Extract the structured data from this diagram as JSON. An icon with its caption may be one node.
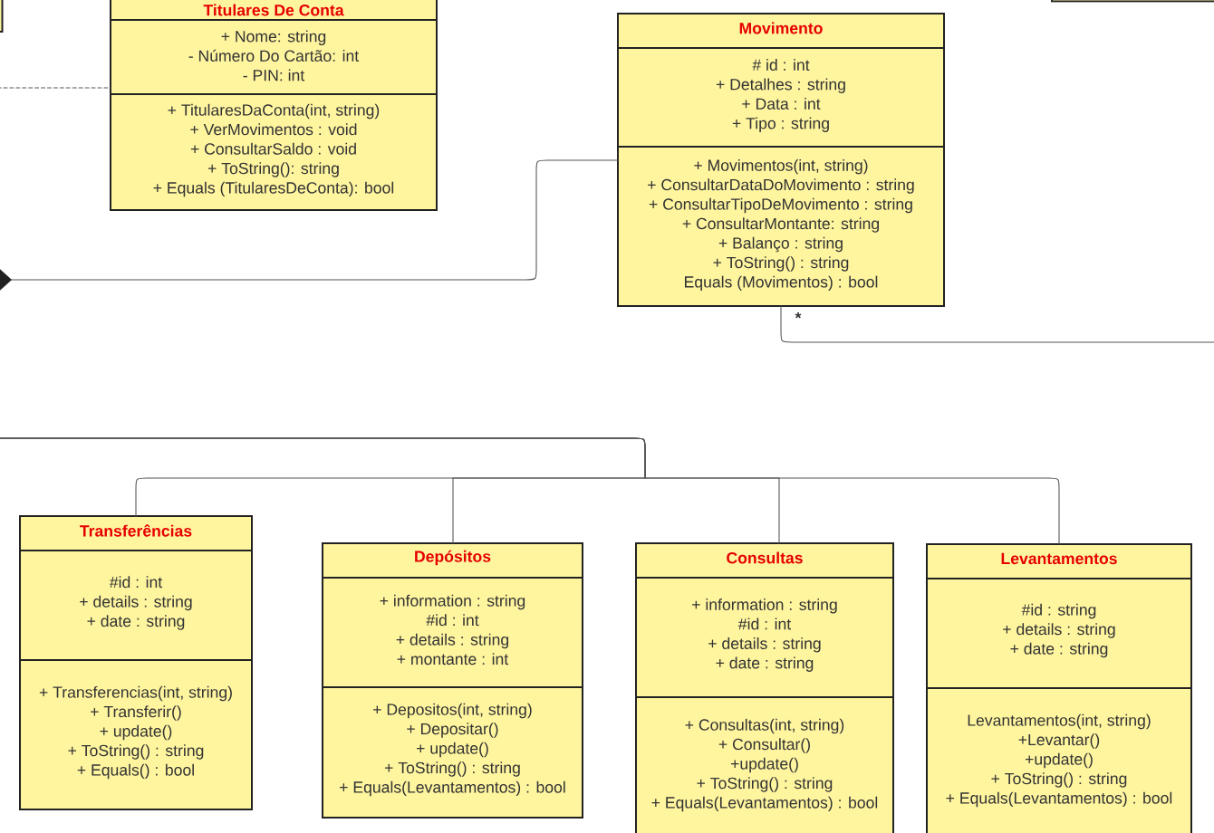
{
  "diagram": {
    "nodes": [
      {
        "text": [],
        "shape": "box"
      },
      {
        "text": [
          "Titulares De Conta"
        ]
      },
      {
        "text": [
          "+ Nome: string",
          "- Número Do Cartão: int",
          "- PIN: int"
        ],
        "in": 1
      },
      {
        "text": [
          "+ TitularesDaConta(int, string)",
          "+ VerMovimentos : void",
          "+ ConsultarSaldo : void",
          "+ ToString(): string",
          "+ Equals (TitularesDeConta): bool"
        ],
        "in": 1
      },
      {
        "text": [
          "Movimento"
        ]
      },
      {
        "text": [
          "# id : int",
          "+ Detalhes : string",
          "+ Data : int",
          "+ Tipo : string"
        ],
        "in": 4
      },
      {
        "text": [
          "+ Movimentos(int, string)",
          "+ ConsultarDataDoMovimento : string",
          "+ ConsultarTipoDeMovimento : string",
          "+ ConsultarMontante: string",
          "+ Balanço : string",
          "+ ToString() : string",
          "Equals (Movimentos) : bool"
        ],
        "in": 4
      },
      {
        "text": [],
        "shape": "box"
      },
      {
        "text": [
          "Transferências"
        ]
      },
      {
        "text": [
          "#id : int",
          "+ details : string",
          "+ date : string"
        ],
        "in": 8
      },
      {
        "text": [
          "+ Transferencias(int, string)",
          "+ Transferir()",
          "+ update()",
          "+ ToString() : string",
          "+ Equals() : bool"
        ],
        "in": 8
      },
      {
        "text": [
          "Depósitos"
        ]
      },
      {
        "text": [
          "+ information : string",
          "#id : int",
          "+ details : string",
          "+ montante : int"
        ],
        "in": 11
      },
      {
        "text": [
          "+ Depositos(int, string)",
          "+ Depositar()",
          "+ update()",
          "+ ToString() : string",
          "+ Equals(Levantamentos) : bool"
        ],
        "in": 11
      },
      {
        "text": [
          "Consultas"
        ]
      },
      {
        "text": [
          "+ information : string",
          "#id : int",
          "+ details : string",
          "+ date : string"
        ],
        "in": 14
      },
      {
        "text": [
          "+ Consultas(int, string)",
          "+ Consultar()",
          "+update()",
          "+ ToString() : string",
          "+ Equals(Levantamentos) : bool"
        ],
        "in": 14
      },
      {
        "text": [
          "Levantamentos"
        ]
      },
      {
        "text": [
          "#id : string",
          "+ details : string",
          "+ date : string"
        ],
        "in": 17
      },
      {
        "text": [
          "Levantamentos(int, string)",
          "+Levantar()",
          "+update()",
          "+ ToString() : string",
          "+ Equals(Levantamentos) : bool"
        ],
        "in": 17
      }
    ],
    "edges": [
      {
        "from": null,
        "to": 1,
        "arrow": "none",
        "style": "dashed"
      },
      {
        "from": null,
        "to": 4,
        "arrow": "other"
      },
      {
        "from": 4,
        "to": null,
        "arrow": "none",
        "label": "*"
      },
      {
        "from": 8,
        "to": null,
        "arrow": "none"
      },
      {
        "from": 11,
        "to": null,
        "arrow": "none"
      },
      {
        "from": 14,
        "to": null,
        "arrow": "none"
      },
      {
        "from": 17,
        "to": null,
        "arrow": "none"
      }
    ]
  }
}
